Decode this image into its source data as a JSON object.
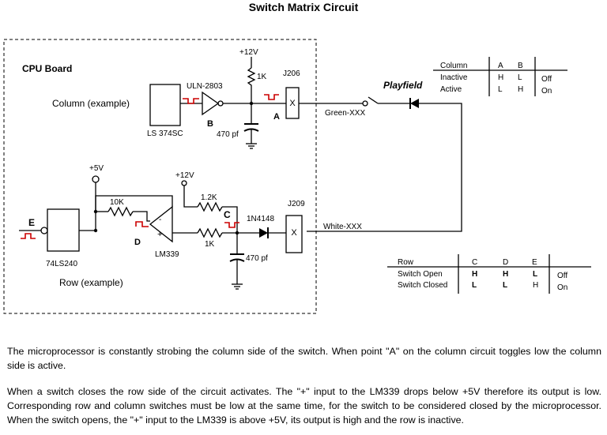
{
  "title": "Switch Matrix Circuit",
  "board_label": "CPU Board",
  "playfield_label": "Playfield",
  "column_label": "Column (example)",
  "row_label": "Row (example)",
  "components": {
    "ls374": "LS 374SC",
    "uln": "ULN-2803",
    "pullup_col": "1K",
    "cap_col": "470 pf",
    "plus12_col": "+12V",
    "j206": "J206",
    "green_wire": "Green-XXX",
    "ls240": "74LS240",
    "plus5": "+5V",
    "r10k": "10K",
    "plus12_row": "+12V",
    "r12k": "1.2K",
    "diode": "1N4148",
    "j209": "J209",
    "white_wire": "White-XXX",
    "lm339": "LM339",
    "r1k_row": "1K",
    "cap_row": "470 pf"
  },
  "points": {
    "a": "A",
    "b": "B",
    "c": "C",
    "d": "D",
    "e": "E",
    "connector_mark": "X"
  },
  "column_table": {
    "headers": [
      "Column",
      "A",
      "B"
    ],
    "rows": [
      [
        "Inactive",
        "H",
        "L",
        "Off"
      ],
      [
        "Active",
        "L",
        "H",
        "On"
      ]
    ]
  },
  "row_table": {
    "headers": [
      "Row",
      "C",
      "D",
      "E"
    ],
    "rows": [
      [
        "Switch Open",
        "H",
        "H",
        "L",
        "Off"
      ],
      [
        "Switch Closed",
        "L",
        "L",
        "H",
        "On"
      ]
    ]
  },
  "description": {
    "p1": "The microprocessor is constantly strobing the column side of the switch.  When point \"A\" on the column circuit toggles low the column side is active.",
    "p2": "When a switch closes the row side of the circuit activates.  The \"+\" input to the LM339 drops below +5V therefore its output is low.  Corresponding row and column switches must be  low at the same time, for the switch to be considered closed by the microprocessor.  When the switch opens, the \"+\" input to the LM339 is above +5V, its output is high and the row is inactive."
  }
}
